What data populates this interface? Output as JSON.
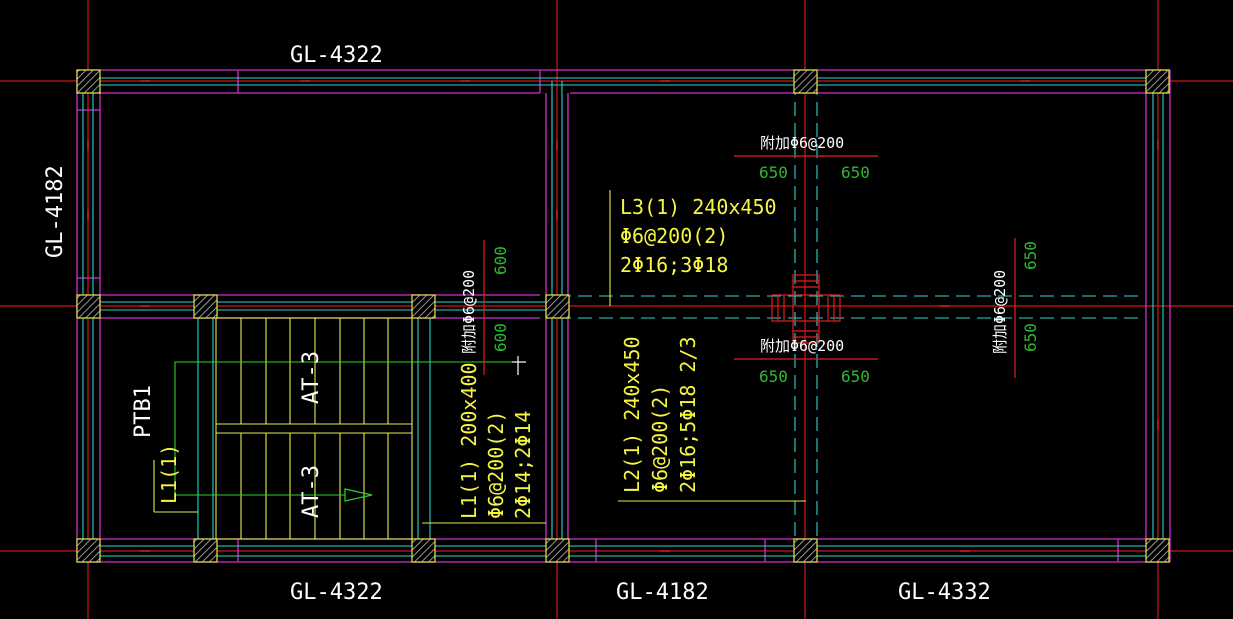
{
  "labels": {
    "gl_top": "GL-4322",
    "gl_left": "GL-4182",
    "gl_bottom_left": "GL-4322",
    "gl_bottom_mid": "GL-4182",
    "gl_bottom_right": "GL-4332",
    "ptb1": "PTB1",
    "l1_tag": "L1(1)",
    "at3_upper": "AT-3",
    "at3_lower": "AT-3"
  },
  "beam_l3": {
    "line1": "L3(1) 240x450",
    "line2": "Φ6@200(2)",
    "line3": "2Φ16;3Φ18"
  },
  "beam_l2": {
    "line1": "L2(1) 240x450",
    "line2": "Φ6@200(2)",
    "line3": "2Φ16;5Φ18 2/3"
  },
  "beam_l1": {
    "line1": "L1(1) 200x400",
    "line2": "Φ6@200(2)",
    "line3": "2Φ14;2Φ14"
  },
  "extra_rebar": {
    "top_label": "附加Φ6@200",
    "top_left": "650",
    "top_right": "650",
    "mid_label": "附加Φ6@200",
    "mid_left": "650",
    "mid_right": "650",
    "left_label": "附加Φ6@200",
    "left_top": "600",
    "left_bottom": "600",
    "right_label": "附加Φ6@200",
    "right_top": "650",
    "right_bottom": "650"
  },
  "colors": {
    "background": "#000000",
    "grid_red": "#d01818",
    "wall_magenta": "#d030d0",
    "cyan": "#2cd4d4",
    "yellow": "#f5f542",
    "green": "#2eb82e",
    "white": "#ffffff"
  }
}
